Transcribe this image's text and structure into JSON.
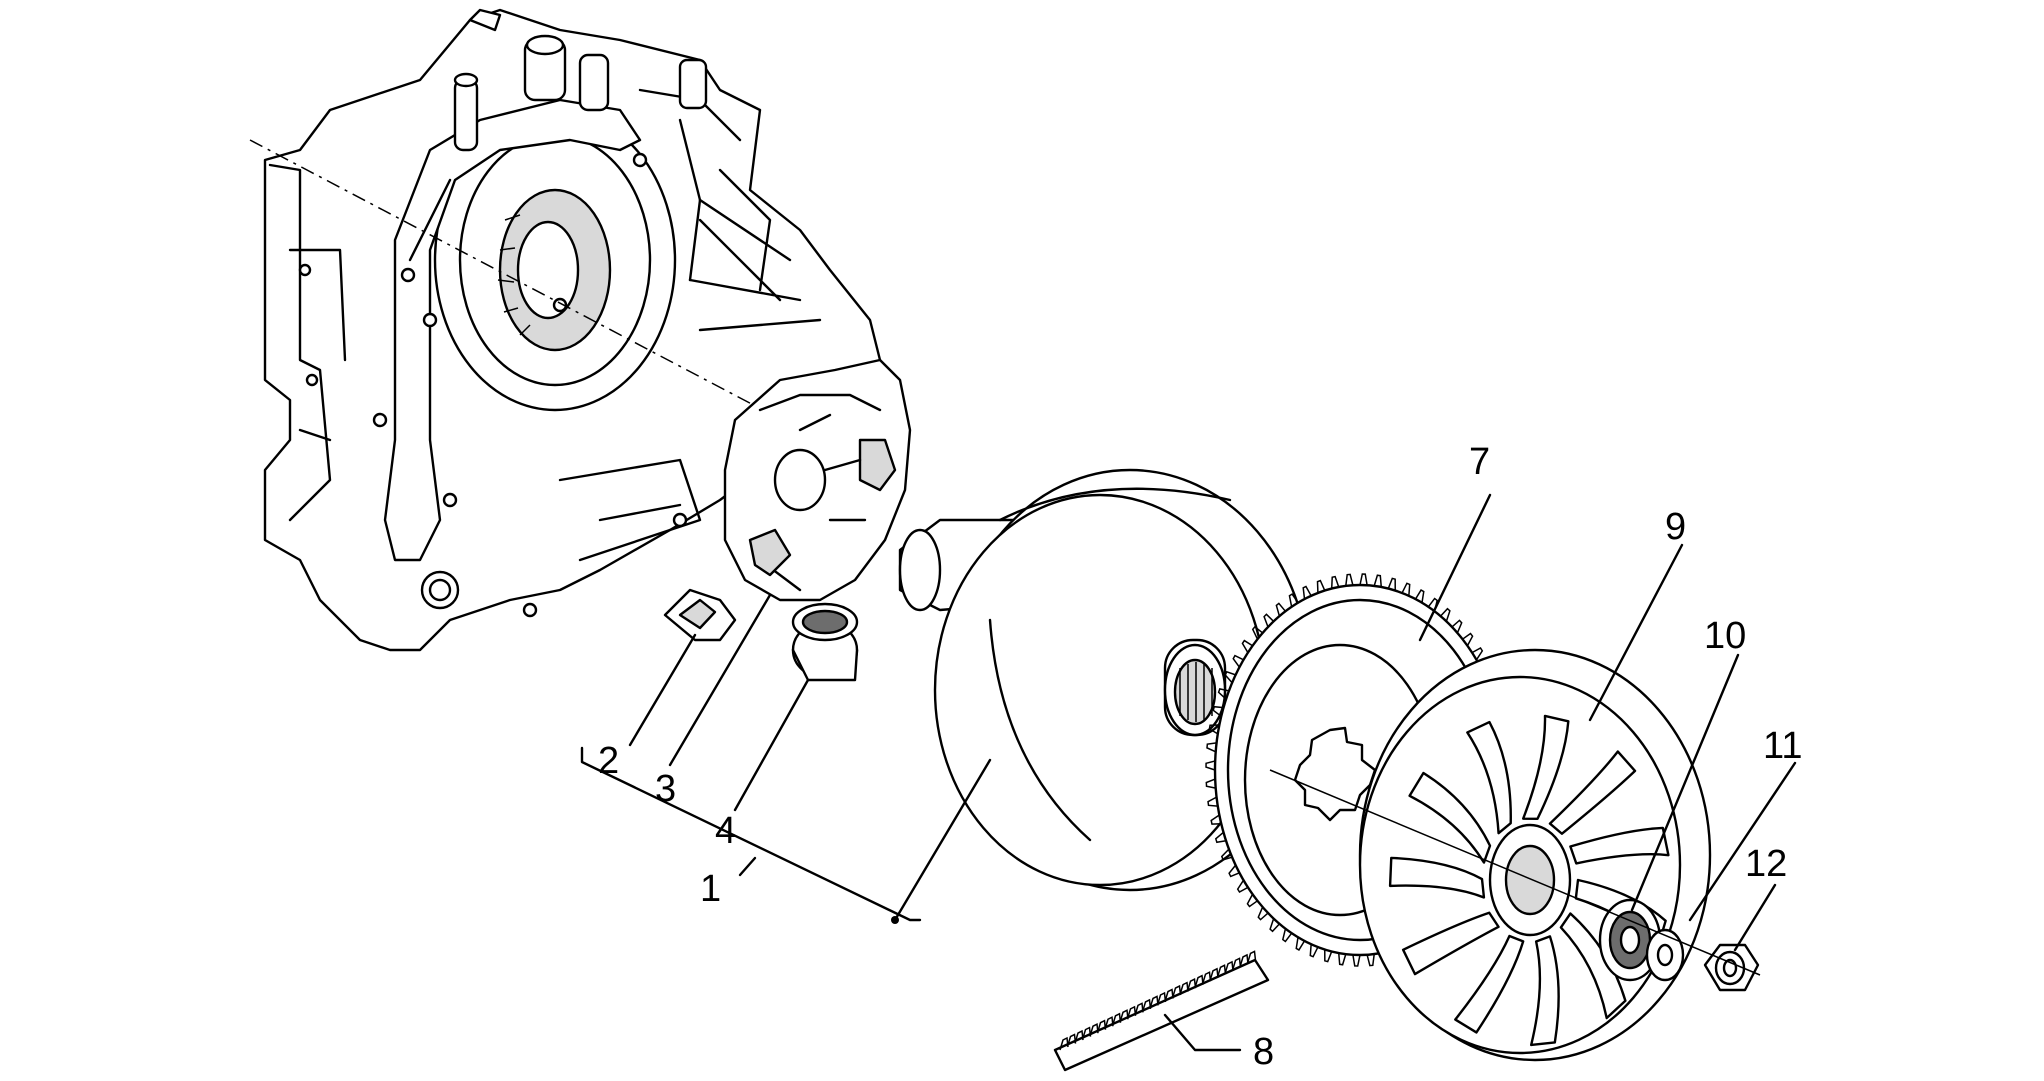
{
  "diagram": {
    "callouts": [
      {
        "id": "1",
        "label": "1"
      },
      {
        "id": "2",
        "label": "2"
      },
      {
        "id": "3",
        "label": "3"
      },
      {
        "id": "4",
        "label": "4"
      },
      {
        "id": "7",
        "label": "7"
      },
      {
        "id": "8",
        "label": "8"
      },
      {
        "id": "9",
        "label": "9"
      },
      {
        "id": "10",
        "label": "10"
      },
      {
        "id": "11",
        "label": "11"
      },
      {
        "id": "12",
        "label": "12"
      }
    ],
    "colors": {
      "line": "#000000",
      "background": "#ffffff"
    }
  }
}
